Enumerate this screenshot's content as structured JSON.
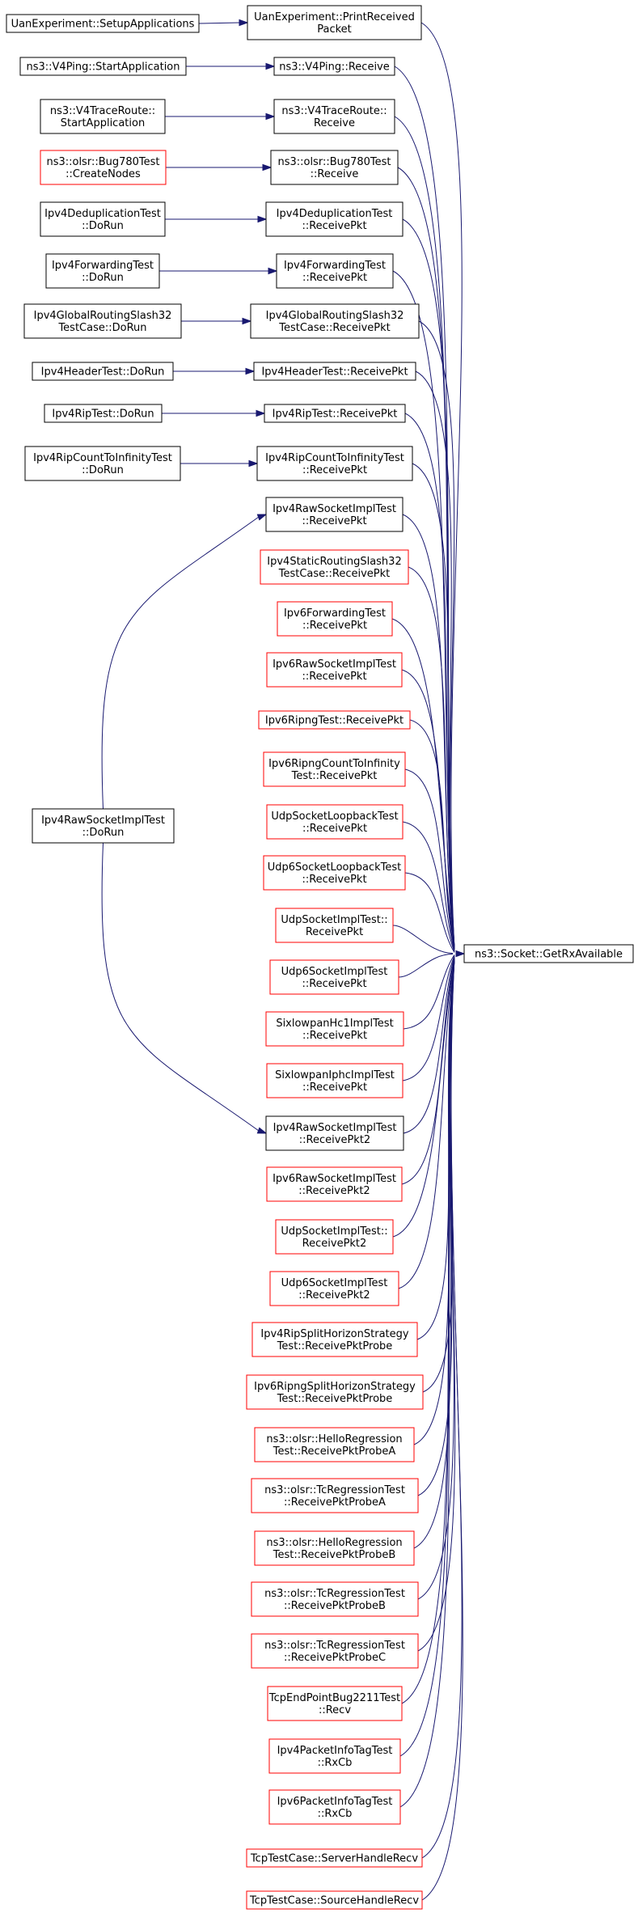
{
  "graph": {
    "colors": {
      "edge": "#191970",
      "target_fill": "#bfbfbf",
      "border_documented": "#000000",
      "border_undocumented": "#ff0000"
    },
    "target": {
      "id": "target",
      "lines": [
        "ns3::Socket::GetRxAvailable"
      ]
    },
    "nodes": [
      {
        "id": "c0",
        "lines": [
          "UanExperiment::PrintReceived",
          "Packet"
        ],
        "border": "black"
      },
      {
        "id": "c1",
        "lines": [
          "ns3::V4Ping::Receive"
        ],
        "border": "black"
      },
      {
        "id": "c2",
        "lines": [
          "ns3::V4TraceRoute::",
          "Receive"
        ],
        "border": "black"
      },
      {
        "id": "c3",
        "lines": [
          "ns3::olsr::Bug780Test",
          "::Receive"
        ],
        "border": "black"
      },
      {
        "id": "c4",
        "lines": [
          "Ipv4DeduplicationTest",
          "::ReceivePkt"
        ],
        "border": "black"
      },
      {
        "id": "c5",
        "lines": [
          "Ipv4ForwardingTest",
          "::ReceivePkt"
        ],
        "border": "black"
      },
      {
        "id": "c6",
        "lines": [
          "Ipv4GlobalRoutingSlash32",
          "TestCase::ReceivePkt"
        ],
        "border": "black"
      },
      {
        "id": "c7",
        "lines": [
          "Ipv4HeaderTest::ReceivePkt"
        ],
        "border": "black"
      },
      {
        "id": "c8",
        "lines": [
          "Ipv4RipTest::ReceivePkt"
        ],
        "border": "black"
      },
      {
        "id": "c9",
        "lines": [
          "Ipv4RipCountToInfinityTest",
          "::ReceivePkt"
        ],
        "border": "black"
      },
      {
        "id": "c10",
        "lines": [
          "Ipv4RawSocketImplTest",
          "::ReceivePkt"
        ],
        "border": "black"
      },
      {
        "id": "c11",
        "lines": [
          "Ipv4StaticRoutingSlash32",
          "TestCase::ReceivePkt"
        ],
        "border": "red"
      },
      {
        "id": "c12",
        "lines": [
          "Ipv6ForwardingTest",
          "::ReceivePkt"
        ],
        "border": "red"
      },
      {
        "id": "c13",
        "lines": [
          "Ipv6RawSocketImplTest",
          "::ReceivePkt"
        ],
        "border": "red"
      },
      {
        "id": "c14",
        "lines": [
          "Ipv6RipngTest::ReceivePkt"
        ],
        "border": "red"
      },
      {
        "id": "c15",
        "lines": [
          "Ipv6RipngCountToInfinity",
          "Test::ReceivePkt"
        ],
        "border": "red"
      },
      {
        "id": "c16",
        "lines": [
          "UdpSocketLoopbackTest",
          "::ReceivePkt"
        ],
        "border": "red"
      },
      {
        "id": "c17",
        "lines": [
          "Udp6SocketLoopbackTest",
          "::ReceivePkt"
        ],
        "border": "red"
      },
      {
        "id": "c18",
        "lines": [
          "UdpSocketImplTest::",
          "ReceivePkt"
        ],
        "border": "red"
      },
      {
        "id": "c19",
        "lines": [
          "Udp6SocketImplTest",
          "::ReceivePkt"
        ],
        "border": "red"
      },
      {
        "id": "c20",
        "lines": [
          "SixlowpanHc1ImplTest",
          "::ReceivePkt"
        ],
        "border": "red"
      },
      {
        "id": "c21",
        "lines": [
          "SixlowpanIphcImplTest",
          "::ReceivePkt"
        ],
        "border": "red"
      },
      {
        "id": "c22",
        "lines": [
          "Ipv4RawSocketImplTest",
          "::ReceivePkt2"
        ],
        "border": "black"
      },
      {
        "id": "c23",
        "lines": [
          "Ipv6RawSocketImplTest",
          "::ReceivePkt2"
        ],
        "border": "red"
      },
      {
        "id": "c24",
        "lines": [
          "UdpSocketImplTest::",
          "ReceivePkt2"
        ],
        "border": "red"
      },
      {
        "id": "c25",
        "lines": [
          "Udp6SocketImplTest",
          "::ReceivePkt2"
        ],
        "border": "red"
      },
      {
        "id": "c26",
        "lines": [
          "Ipv4RipSplitHorizonStrategy",
          "Test::ReceivePktProbe"
        ],
        "border": "red"
      },
      {
        "id": "c27",
        "lines": [
          "Ipv6RipngSplitHorizonStrategy",
          "Test::ReceivePktProbe"
        ],
        "border": "red"
      },
      {
        "id": "c28",
        "lines": [
          "ns3::olsr::HelloRegression",
          "Test::ReceivePktProbeA"
        ],
        "border": "red"
      },
      {
        "id": "c29",
        "lines": [
          "ns3::olsr::TcRegressionTest",
          "::ReceivePktProbeA"
        ],
        "border": "red"
      },
      {
        "id": "c30",
        "lines": [
          "ns3::olsr::HelloRegression",
          "Test::ReceivePktProbeB"
        ],
        "border": "red"
      },
      {
        "id": "c31",
        "lines": [
          "ns3::olsr::TcRegressionTest",
          "::ReceivePktProbeB"
        ],
        "border": "red"
      },
      {
        "id": "c32",
        "lines": [
          "ns3::olsr::TcRegressionTest",
          "::ReceivePktProbeC"
        ],
        "border": "red"
      },
      {
        "id": "c33",
        "lines": [
          "TcpEndPointBug2211Test",
          "::Recv"
        ],
        "border": "red"
      },
      {
        "id": "c34",
        "lines": [
          "Ipv4PacketInfoTagTest",
          "::RxCb"
        ],
        "border": "red"
      },
      {
        "id": "c35",
        "lines": [
          "Ipv6PacketInfoTagTest",
          "::RxCb"
        ],
        "border": "red"
      },
      {
        "id": "c36",
        "lines": [
          "TcpTestCase::ServerHandleRecv"
        ],
        "border": "red"
      },
      {
        "id": "c37",
        "lines": [
          "TcpTestCase::SourceHandleRecv"
        ],
        "border": "red"
      }
    ],
    "left_nodes": [
      {
        "id": "l0",
        "lines": [
          "UanExperiment::SetupApplications"
        ],
        "border": "black",
        "to": "c0"
      },
      {
        "id": "l1",
        "lines": [
          "ns3::V4Ping::StartApplication"
        ],
        "border": "black",
        "to": "c1"
      },
      {
        "id": "l2",
        "lines": [
          "ns3::V4TraceRoute::",
          "StartApplication"
        ],
        "border": "black",
        "to": "c2"
      },
      {
        "id": "l3",
        "lines": [
          "ns3::olsr::Bug780Test",
          "::CreateNodes"
        ],
        "border": "red",
        "to": "c3"
      },
      {
        "id": "l4",
        "lines": [
          "Ipv4DeduplicationTest",
          "::DoRun"
        ],
        "border": "black",
        "to": "c4"
      },
      {
        "id": "l5",
        "lines": [
          "Ipv4ForwardingTest",
          "::DoRun"
        ],
        "border": "black",
        "to": "c5"
      },
      {
        "id": "l6",
        "lines": [
          "Ipv4GlobalRoutingSlash32",
          "TestCase::DoRun"
        ],
        "border": "black",
        "to": "c6"
      },
      {
        "id": "l7",
        "lines": [
          "Ipv4HeaderTest::DoRun"
        ],
        "border": "black",
        "to": "c7"
      },
      {
        "id": "l8",
        "lines": [
          "Ipv4RipTest::DoRun"
        ],
        "border": "black",
        "to": "c8"
      },
      {
        "id": "l9",
        "lines": [
          "Ipv4RipCountToInfinityTest",
          "::DoRun"
        ],
        "border": "black",
        "to": "c9"
      },
      {
        "id": "l10",
        "lines": [
          "Ipv4RawSocketImplTest",
          "::DoRun"
        ],
        "border": "black",
        "to": [
          "c10",
          "c22"
        ]
      }
    ]
  }
}
